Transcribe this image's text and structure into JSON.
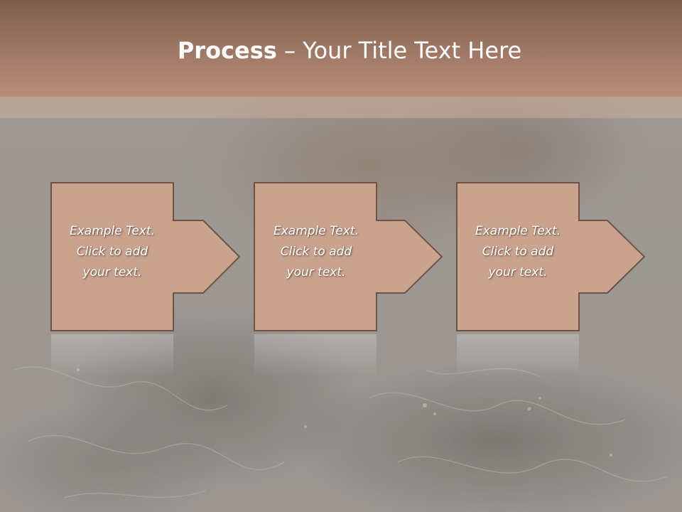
{
  "title": {
    "bold": "Process",
    "rest": " – Your Title Text Here"
  },
  "colors": {
    "header_dark": "#7d5e4b",
    "header_light": "#b98e78",
    "box_fill": "#c9a38e",
    "box_border": "#6e5444",
    "text": "#ffffff"
  },
  "steps": [
    {
      "line1": "Example Text.",
      "line2": "Click  to add",
      "line3": "your text."
    },
    {
      "line1": "Example Text.",
      "line2": "Click  to add",
      "line3": "your text."
    },
    {
      "line1": "Example Text.",
      "line2": "Click  to add",
      "line3": "your text."
    }
  ]
}
